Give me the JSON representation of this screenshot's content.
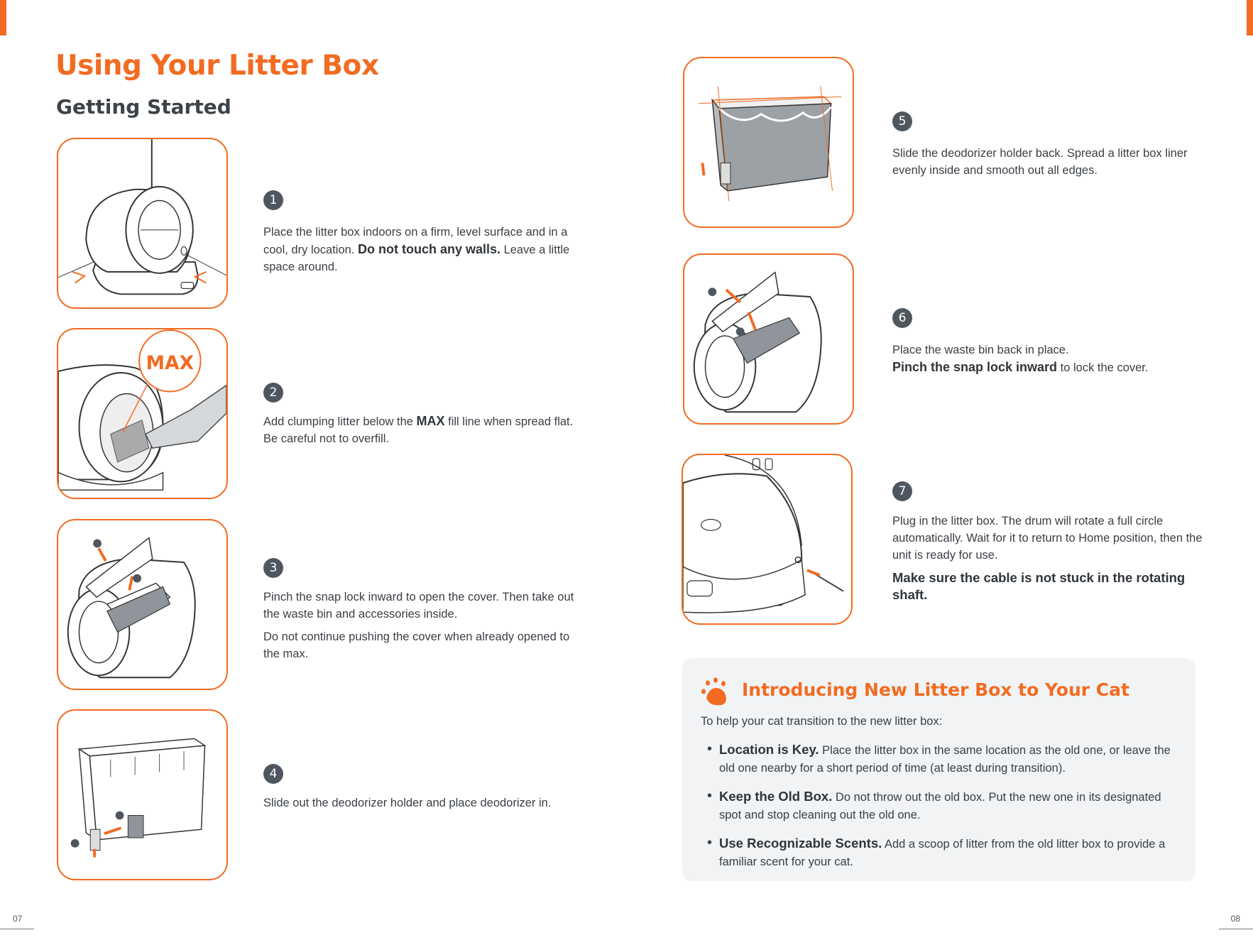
{
  "colors": {
    "accent": "#f26b21",
    "dark": "#3d434a",
    "badge": "#4e565f",
    "panel": "#f1f3f4"
  },
  "heading": "Using Your Litter Box",
  "subheading": "Getting Started",
  "steps": [
    {
      "num": "1",
      "illustration_label": "",
      "paragraphs": [
        {
          "before": "Place the litter box indoors on a firm, level surface and in a cool, dry location. ",
          "bold": "Do not touch any walls.",
          "after": " Leave a little space around."
        }
      ]
    },
    {
      "num": "2",
      "illustration_label": "MAX",
      "paragraphs": [
        {
          "before": "Add clumping litter below the ",
          "bold": "MAX",
          "after": " fill line when spread flat. Be careful not to overfill."
        }
      ]
    },
    {
      "num": "3",
      "illustration_label": "",
      "paragraphs": [
        {
          "before": "Pinch the snap lock inward to open the cover. Then take out the waste bin and accessories inside.",
          "bold": "",
          "after": ""
        },
        {
          "before": "Do not continue pushing the cover when already opened to the max.",
          "bold": "",
          "after": ""
        }
      ]
    },
    {
      "num": "4",
      "illustration_label": "",
      "paragraphs": [
        {
          "before": "Slide out the deodorizer holder and place deodorizer in.",
          "bold": "",
          "after": ""
        }
      ]
    },
    {
      "num": "5",
      "illustration_label": "",
      "paragraphs": [
        {
          "before": "Slide the deodorizer holder back. Spread a litter box liner evenly inside and smooth out all edges.",
          "bold": "",
          "after": ""
        }
      ]
    },
    {
      "num": "6",
      "illustration_label": "",
      "paragraphs": [
        {
          "before": "Place the waste bin back in place.",
          "bold": "",
          "after": ""
        },
        {
          "before": "",
          "bold": "Pinch the snap lock inward",
          "after": " to lock the cover."
        }
      ]
    },
    {
      "num": "7",
      "illustration_label": "",
      "paragraphs": [
        {
          "before": "Plug in the litter box. The drum will rotate a full circle automatically. Wait for it to return to Home position, then the unit is ready for use.",
          "bold": "",
          "after": ""
        }
      ],
      "note": "Make sure the cable is not stuck in the rotating shaft."
    }
  ],
  "tips": {
    "icon": "paw-icon",
    "title": "Introducing New Litter Box to Your Cat",
    "intro": "To help your cat transition to the new litter box:",
    "items": [
      {
        "bold": "Location is Key.",
        "text": " Place the litter box in the same location as the old one, or leave the old one nearby for a short period of time (at least during transition)."
      },
      {
        "bold": "Keep the Old Box.",
        "text": " Do not throw out the old box. Put the new one in its designated spot and stop cleaning out the old one."
      },
      {
        "bold": "Use Recognizable Scents.",
        "text": " Add a scoop of litter from the old litter box to provide a familiar scent for your cat."
      }
    ]
  },
  "page_numbers": {
    "left": "07",
    "right": "08"
  }
}
